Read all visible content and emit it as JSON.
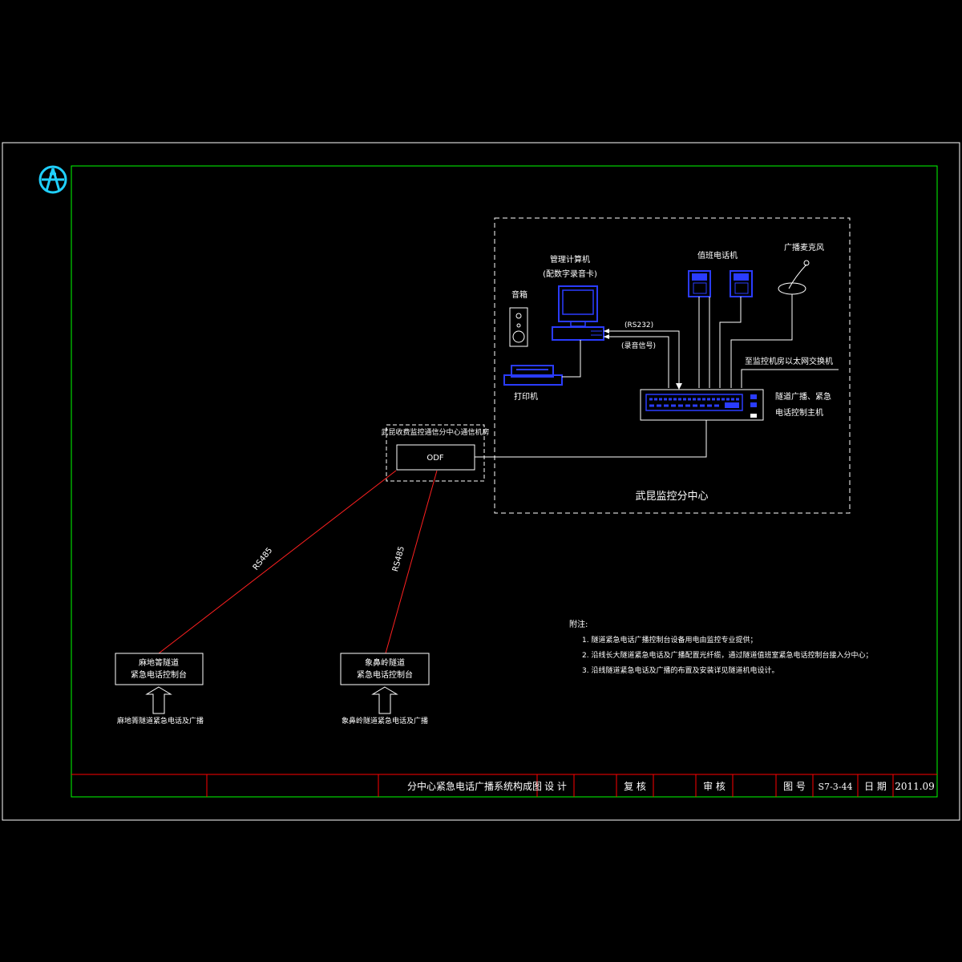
{
  "colors": {
    "background": "#000000",
    "outer_frame": "#ffffff",
    "inner_frame": "#00ff00",
    "fiber_line": "#ff2020",
    "equipment": "#2a3cff",
    "logo": "#20d0ff",
    "title_grid": "#ff0000"
  },
  "logo": {
    "icon": "company-logo-icon"
  },
  "center": {
    "title": "武昆监控分中心",
    "computer_label": "管理计算机",
    "computer_sub": "(配数字录音卡)",
    "speaker_label": "音箱",
    "printer_label": "打印机",
    "phone_label": "值班电话机",
    "mic_label": "广播麦克风",
    "rs232_label": "(RS232)",
    "record_label": "(录音信号)",
    "switch_label": "至监控机房以太网交换机",
    "host_label_1": "隧道广播、紧急",
    "host_label_2": "电话控制主机"
  },
  "odf": {
    "room_label": "武昆收费监控通信分中心通信机房",
    "label": "ODF"
  },
  "links": {
    "left_label": "RS485",
    "right_label": "RS485"
  },
  "tunnel_left": {
    "line1": "麻地箐隧道",
    "line2": "紧急电话控制台",
    "caption": "麻地箐隧道紧急电话及广播"
  },
  "tunnel_right": {
    "line1": "象鼻岭隧道",
    "line2": "紧急电话控制台",
    "caption": "象鼻岭隧道紧急电话及广播"
  },
  "notes": {
    "title": "附注:",
    "items": [
      "1. 隧道紧急电话广播控制台设备用电由监控专业提供；",
      "2. 沿线长大隧道紧急电话及广播配置光纤缆，通过隧道值班室紧急电话控制台接入分中心；",
      "3. 沿线隧道紧急电话及广播的布置及安装详见隧道机电设计。"
    ]
  },
  "title_block": {
    "drawing_title": "分中心紧急电话广播系统构成图",
    "design_label": "设 计",
    "check_label": "复 核",
    "review_label": "审 核",
    "drawing_no_label": "图 号",
    "drawing_no": "S7-3-44",
    "date_label": "日 期",
    "date": "2011.09"
  }
}
